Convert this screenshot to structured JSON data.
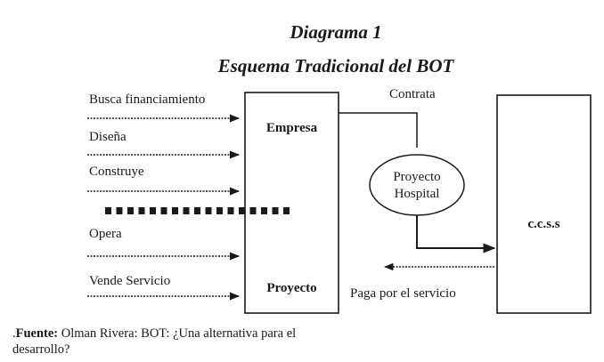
{
  "title": "Diagrama 1",
  "subtitle": "Esquema Tradicional del BOT",
  "activities": [
    "Busca financiamiento",
    "Diseña",
    "Construye",
    "Opera",
    "Vende Servicio"
  ],
  "empresa_label": "Empresa",
  "proyecto_label": "Proyecto",
  "contrata_label": "Contrata",
  "hospital_line1": "Proyecto",
  "hospital_line2": "Hospital",
  "ccss_label": "c.c.s.s",
  "pago_label": "Paga por el servicio",
  "source": {
    "prefix": ".",
    "label": "Fuente:",
    "text": " Olman Rivera: BOT: ¿Una alternativa para el desarrollo?"
  }
}
